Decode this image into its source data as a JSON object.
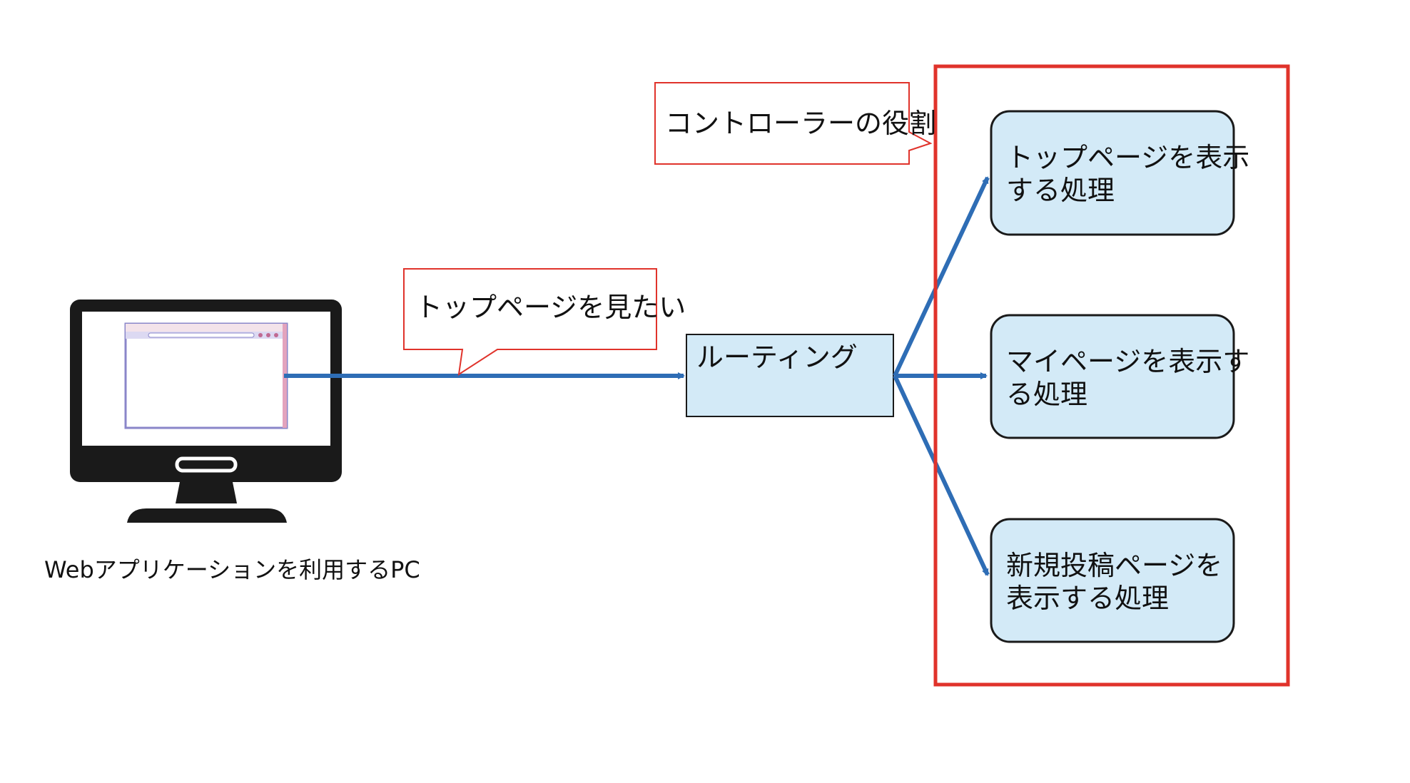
{
  "pc": {
    "caption": "Webアプリケーションを利用するPC"
  },
  "callouts": {
    "request": "トップページを見たい",
    "controller_role": "コントローラーの役割"
  },
  "routing": {
    "label": "ルーティング"
  },
  "handlers": [
    {
      "label_line1": "トップページを表示",
      "label_line2": "する処理"
    },
    {
      "label_line1": "マイページを表示す",
      "label_line2": "る処理"
    },
    {
      "label_line1": "新規投稿ページを",
      "label_line2": "表示する処理"
    }
  ],
  "colors": {
    "arrow": "#2e6db5",
    "box_fill": "#d3eaf7",
    "highlight_border": "#e0332b",
    "monitor": "#1a1a1a"
  }
}
